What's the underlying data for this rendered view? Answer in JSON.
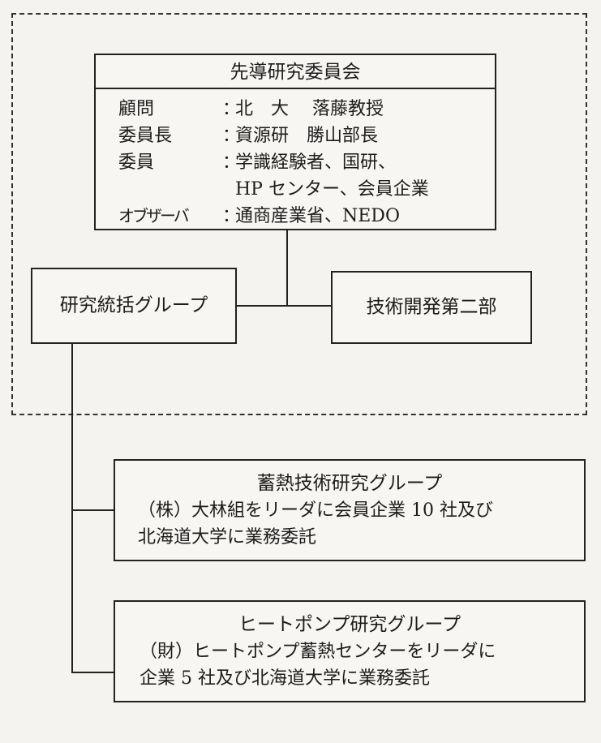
{
  "committee": {
    "title": "先導研究委員会",
    "members": [
      {
        "role": "顧問",
        "value": "北　大　 落藤教授"
      },
      {
        "role": "委員長",
        "value": "資源研　勝山部長"
      },
      {
        "role": "委員",
        "value": "学識経験者、国研、"
      },
      {
        "role": "",
        "value": "HP センター、会員企業"
      },
      {
        "role": "オブザーバ",
        "value": "通商産業省、NEDO"
      }
    ]
  },
  "groups": {
    "kenkyu_tokatsu": "研究統括グループ",
    "gijutsu_kaihatsu": "技術開発第二部",
    "chikunetsu": {
      "title": "蓄熱技術研究グループ",
      "desc_line1": "（株）大林組をリーダに会員企業 10 社及び",
      "desc_line2": "北海道大学に業務委託"
    },
    "heatpump": {
      "title": "ヒートポンプ研究グループ",
      "desc_line1": "（財）ヒートポンプ蓄熱センターをリーダに",
      "desc_line2": "企業 5 社及び北海道大学に業務委託"
    }
  },
  "colon": "："
}
